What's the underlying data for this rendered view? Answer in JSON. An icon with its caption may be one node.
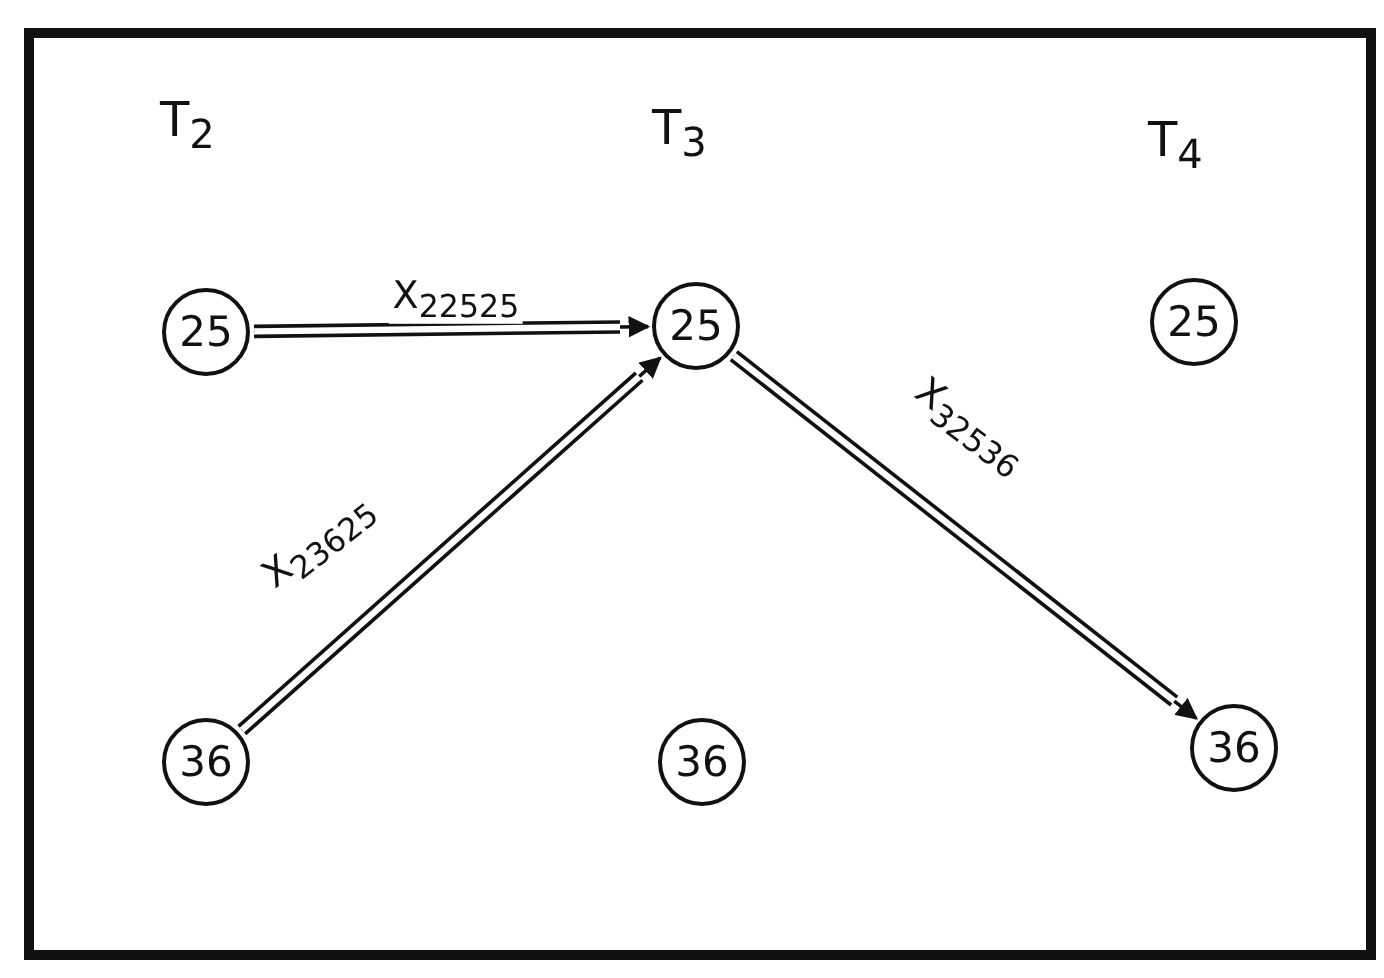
{
  "diagram": {
    "nodes": [
      {
        "text": [
          "25"
        ]
      },
      {
        "text": [
          "25"
        ]
      },
      {
        "text": [
          "25"
        ]
      },
      {
        "text": [
          "36"
        ]
      },
      {
        "text": [
          "36"
        ]
      },
      {
        "text": [
          "36"
        ]
      }
    ],
    "edges": [
      {
        "from": 0,
        "to": 1,
        "arrow": "to",
        "label": "X$_{22525}$"
      },
      {
        "from": 3,
        "to": 1,
        "arrow": "to",
        "label": "X$_{23625}$"
      },
      {
        "from": 1,
        "to": 5,
        "arrow": "to",
        "label": "X$_{32536}$"
      }
    ],
    "labels": [
      "T$_{2}$",
      "T$_{3}$",
      "T$_{4}$"
    ]
  }
}
